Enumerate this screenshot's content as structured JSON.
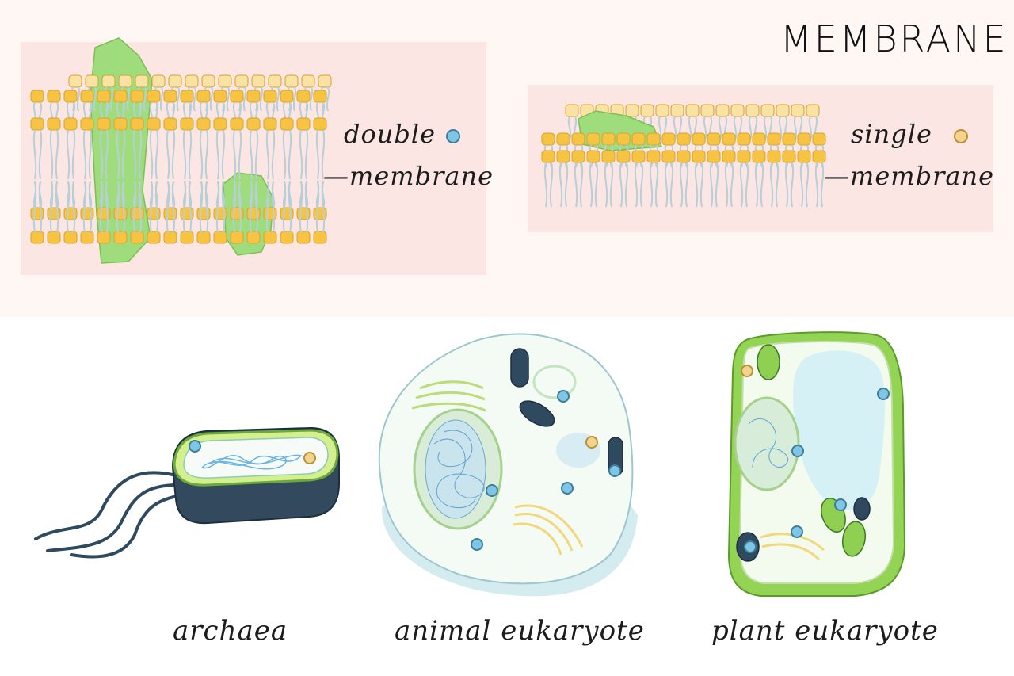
{
  "title": "MEMBRANE",
  "membranes": {
    "double": {
      "line1": "double",
      "line2": "—membrane",
      "dot_color": "#7fc6e6"
    },
    "single": {
      "line1": "single",
      "line2": "—membrane",
      "dot_color": "#f3d48f"
    }
  },
  "cells": [
    {
      "label": "archaea"
    },
    {
      "label": "animal eukaryote"
    },
    {
      "label": "plant eukaryote"
    }
  ],
  "colors": {
    "protein": "#9fdc7c",
    "head": "#f6c442",
    "head_light": "#f8e3a4",
    "tail": "#b7cfd8",
    "panel": "#fce6e4"
  }
}
